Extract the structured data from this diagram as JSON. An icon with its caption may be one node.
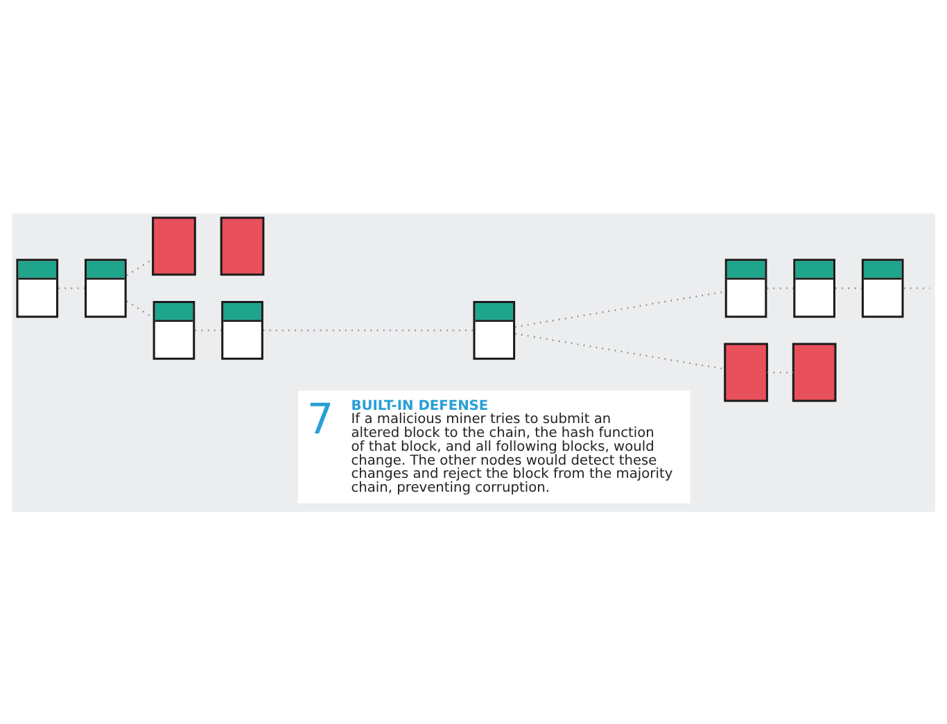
{
  "diagram": {
    "nodes": [
      {
        "text": [],
        "shape": "box"
      },
      {
        "text": [],
        "shape": "box"
      },
      {
        "text": [],
        "shape": "box"
      },
      {
        "text": [],
        "shape": "box"
      },
      {
        "text": [],
        "shape": "box"
      },
      {
        "text": [],
        "shape": "box"
      },
      {
        "text": [],
        "shape": "box"
      },
      {
        "text": [],
        "shape": "box"
      },
      {
        "text": [],
        "shape": "box"
      },
      {
        "text": [],
        "shape": "box"
      },
      {
        "text": [],
        "shape": "box"
      },
      {
        "text": [],
        "shape": "box"
      }
    ],
    "edges": [
      {
        "from": 0,
        "to": 1,
        "arrow": "none",
        "style": "dashed"
      },
      {
        "from": 1,
        "to": 2,
        "arrow": "none",
        "style": "dashed"
      },
      {
        "from": 1,
        "to": 4,
        "arrow": "none",
        "style": "dashed"
      },
      {
        "from": 4,
        "to": 5,
        "arrow": "none",
        "style": "dashed"
      },
      {
        "from": 5,
        "to": 6,
        "arrow": "none",
        "style": "dashed"
      },
      {
        "from": 6,
        "to": 7,
        "arrow": "none",
        "style": "dashed"
      },
      {
        "from": 6,
        "to": 10,
        "arrow": "none",
        "style": "dashed"
      },
      {
        "from": 7,
        "to": 8,
        "arrow": "none",
        "style": "dashed"
      },
      {
        "from": 8,
        "to": 9,
        "arrow": "none",
        "style": "dashed"
      },
      {
        "from": 9,
        "to": null,
        "arrow": "none",
        "style": "dashed"
      },
      {
        "from": 10,
        "to": 11,
        "arrow": "none",
        "style": "dashed"
      }
    ],
    "labels": [
      "7",
      "BUILT-IN DEFENSE",
      "If a malicious miner tries to submit an altered block to the chain, the hash function of that block, and all following blocks, would change. The other nodes would detect these changes and reject the block from the majority chain, preventing corruption."
    ]
  }
}
